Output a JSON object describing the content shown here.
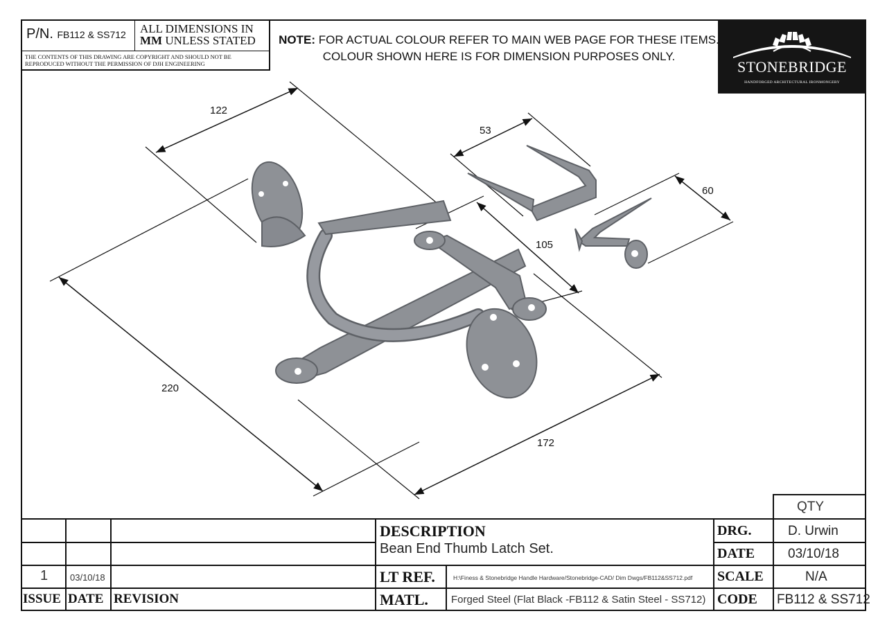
{
  "header": {
    "pn_label": "P/N.",
    "pn_value": "FB112 & SS712",
    "units_line1": "ALL DIMENSIONS IN",
    "units_mm": "MM",
    "units_line2": "UNLESS STATED",
    "copyright_line1": "THE CONTENTS OF THIS DRAWING ARE COPYRIGHT AND  SHOULD  NOT BE",
    "copyright_line2": "REPRODUCED WITHOUT THE PERMISSION OF DJH ENGINEERING",
    "note_label": "NOTE:",
    "note_line1": "FOR ACTUAL COLOUR REFER TO MAIN WEB PAGE FOR THESE ITEMS.",
    "note_line2": "COLOUR SHOWN HERE IS FOR DIMENSION PURPOSES ONLY."
  },
  "logo": {
    "name": "STONEBRIDGE",
    "tagline": "HANDFORGED ARCHITECTURAL IRONMONGERY"
  },
  "dimensions": {
    "d122": "122",
    "d53": "53",
    "d60": "60",
    "d105": "105",
    "d220": "220",
    "d172": "172"
  },
  "title_block": {
    "qty_label": "QTY",
    "description_label": "DESCRIPTION",
    "description_value": "Bean End Thumb Latch Set.",
    "lt_ref_label": "LT REF.",
    "lt_ref_value": "H:\\Finess & Stonebridge Handle Hardware/Stonebridge-CAD/ Dim Dwgs/FB112&SS712.pdf",
    "matl_label": "MATL.",
    "matl_value": "Forged Steel (Flat Black -FB112 & Satin Steel - SS712)",
    "drg_label": "DRG.",
    "drg_value": "D. Urwin",
    "date_label": "DATE",
    "date_value": "03/10/18",
    "scale_label": "SCALE",
    "scale_value": "N/A",
    "code_label": "CODE",
    "code_value": "FB112 & SS712",
    "revisions": [
      {
        "issue": "",
        "date": "",
        "revision": ""
      },
      {
        "issue": "",
        "date": "",
        "revision": ""
      },
      {
        "issue": "1",
        "date": "03/10/18",
        "revision": ""
      }
    ],
    "issue_header": "ISSUE",
    "date_header": "DATE",
    "revision_header": "REVISION"
  },
  "colors": {
    "part_fill": "#8e9196",
    "part_dark": "#5e6166",
    "logo_bg": "#151515"
  }
}
